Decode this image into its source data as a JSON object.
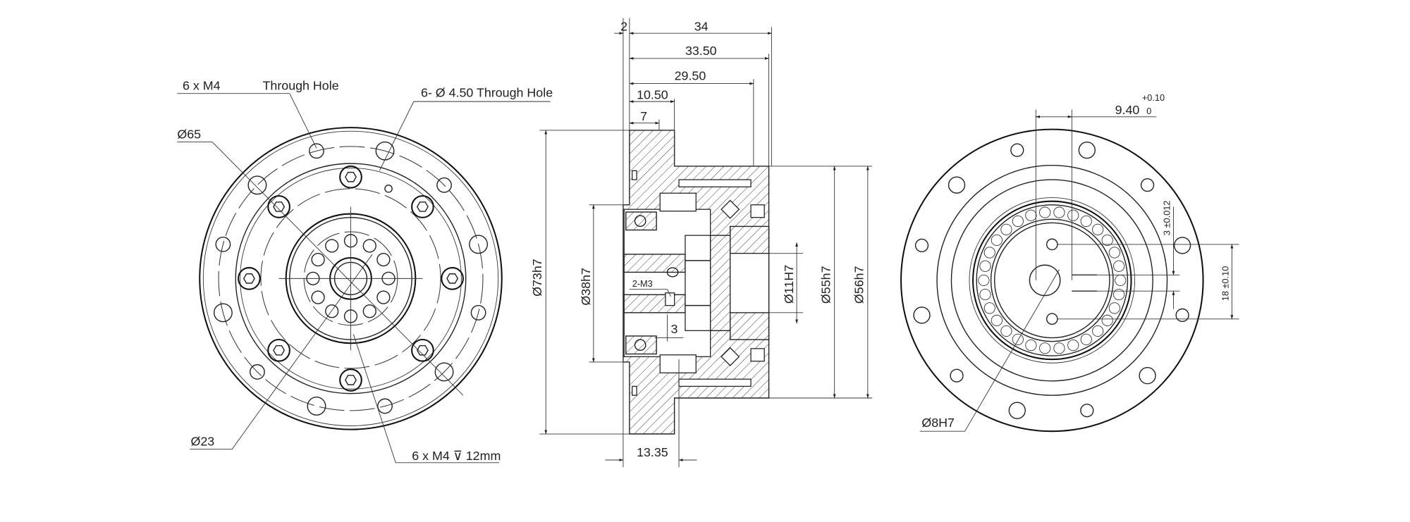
{
  "drawing": {
    "front_view": {
      "labels": {
        "m4_through": "6 x M4",
        "through_hole": "Through Hole",
        "hole_4_50": "6- Ø 4.50 Through Hole",
        "dia_65": "Ø65",
        "dia_23": "Ø23",
        "m4_depth": "6 x M4 ⊽ 12mm"
      }
    },
    "section_view": {
      "labels": {
        "dim_2": "2",
        "dim_34": "34",
        "dim_33_50": "33.50",
        "dim_29_50": "29.50",
        "dim_10_50": "10.50",
        "dim_7": "7",
        "dia_73h7": "Ø73h7",
        "dia_38h7": "Ø38h7",
        "dia_11H7": "Ø11H7",
        "dia_55h7": "Ø55h7",
        "dia_56h7": "Ø56h7",
        "dim_13_35": "13.35",
        "m3": "2-M3",
        "dim_3": "3"
      }
    },
    "rear_view": {
      "labels": {
        "dim_9_40": "9.40",
        "tol_upper": "+0.10",
        "tol_lower": "0",
        "dim_3_tol": "3 ±0.012",
        "dim_18_tol": "18 ±0.10",
        "dia_8H7": "Ø8H7"
      }
    }
  }
}
